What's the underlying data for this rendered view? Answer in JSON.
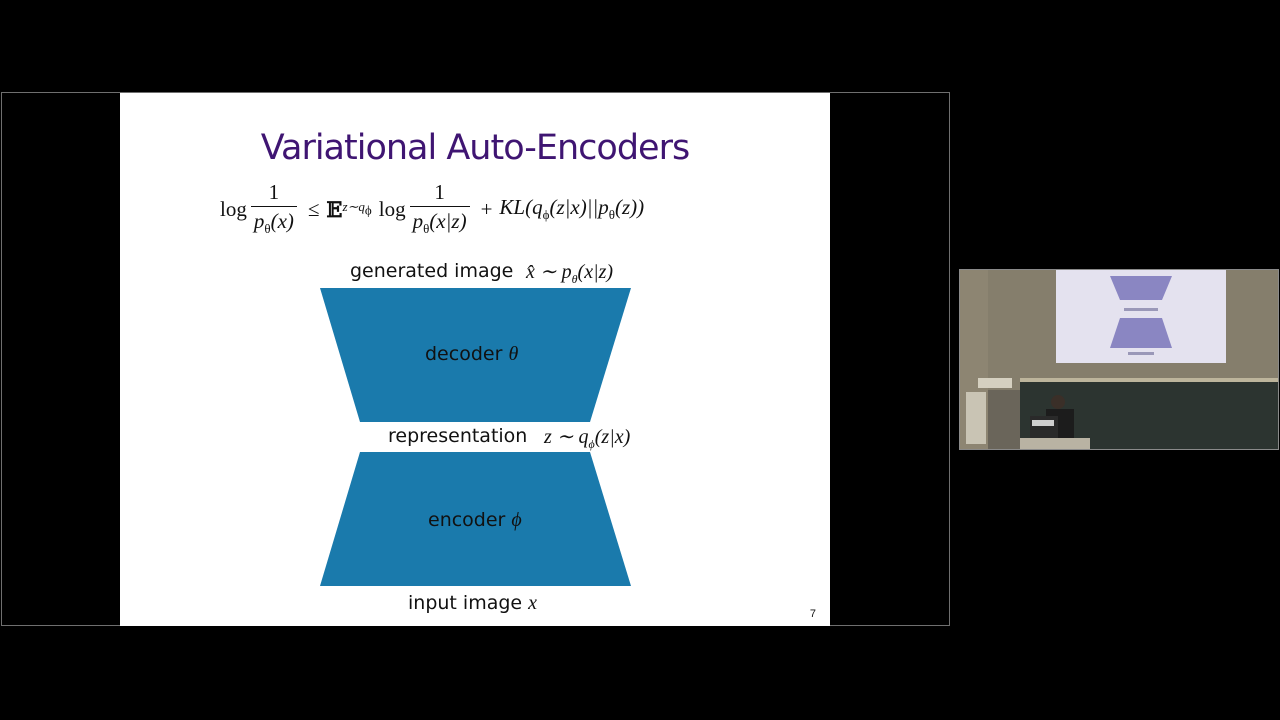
{
  "slide": {
    "title": "Variational Auto-Encoders",
    "page_number": "7",
    "formula": {
      "lhs_log": "log",
      "lhs_num": "1",
      "lhs_den": "p",
      "lhs_den_sub": "θ",
      "lhs_den_arg": "(x)",
      "leq": "≤",
      "expect": "𝔼",
      "expect_sub": "z∼q",
      "expect_sub_sub": "ϕ",
      "rhs_log": "log",
      "rhs_num": "1",
      "rhs_den": "p",
      "rhs_den_sub": "θ",
      "rhs_den_arg": "(x|z)",
      "plus": "+",
      "kl": "KL(q",
      "kl_sub": "ϕ",
      "kl_mid": "(z|x)||p",
      "kl_sub2": "θ",
      "kl_end": "(z))"
    },
    "generated_label": "generated image",
    "generated_math": "x̂ ∼ p",
    "generated_math_sub": "θ",
    "generated_math_arg": "(x|z)",
    "decoder_label": "decoder",
    "decoder_math": "θ",
    "representation_label": "representation",
    "representation_math": "z ∼ q",
    "representation_math_sub": "ϕ",
    "representation_math_arg": "(z|x)",
    "encoder_label": "encoder",
    "encoder_math": "ϕ",
    "input_label": "input image",
    "input_math": "x"
  },
  "pip": {
    "projected_rep_text": "representation",
    "projected_input_text": "input image"
  },
  "colors": {
    "title": "#3f1572",
    "trapezoid": "#1a7aac",
    "background": "#000000"
  }
}
